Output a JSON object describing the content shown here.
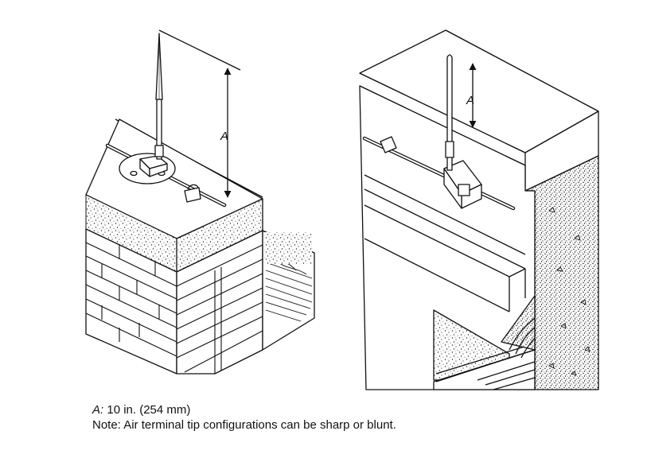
{
  "figure": {
    "dimension_label": "A"
  },
  "caption": {
    "var": "A:",
    "value": "10 in. (254 mm)",
    "note": "Note: Air terminal tip configurations can be sharp or blunt."
  }
}
